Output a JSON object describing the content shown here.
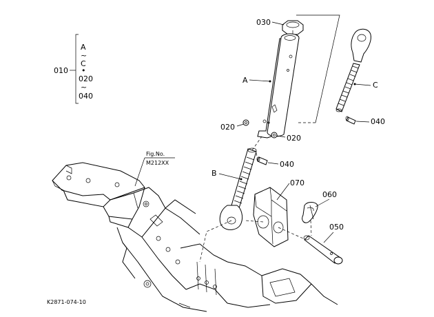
{
  "group_bracket": {
    "main_label": "010",
    "items": [
      "A",
      "~",
      "C",
      "•",
      "020",
      "~",
      "040"
    ]
  },
  "callouts": {
    "c030": "030",
    "cA": "A",
    "cC": "C",
    "c020a": "020",
    "c020b": "020",
    "c040a": "040",
    "c040b": "040",
    "cB": "B",
    "c070": "070",
    "c060": "060",
    "c050": "050"
  },
  "fig_ref": {
    "line1": "Fig.No.",
    "line2": "M212XX"
  },
  "drawing_id": "K2871-074-10"
}
